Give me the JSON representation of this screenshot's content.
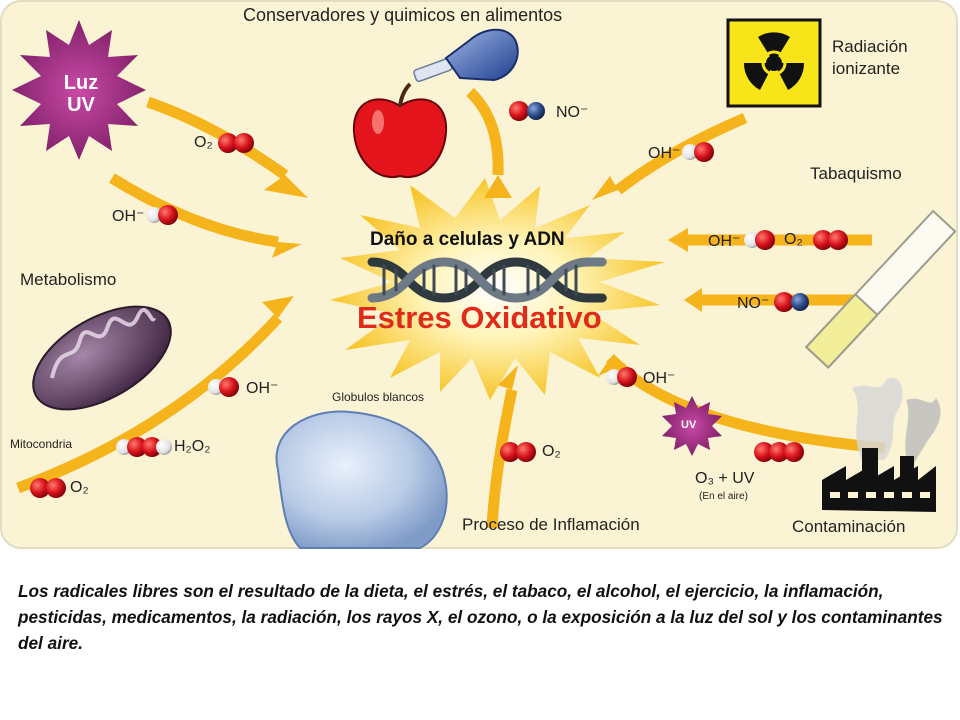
{
  "title": "Conservadores y quimicos en alimentos",
  "center": {
    "line1": "Daño a celulas y ADN",
    "line2": "Estres Oxidativo"
  },
  "sources": {
    "luz_uv": "Luz UV",
    "radiacion": "Radiación ionizante",
    "tabaquismo": "Tabaquismo",
    "metabolismo": "Metabolismo",
    "mitocondria": "Mitocondria",
    "globulos": "Globulos blancos",
    "inflamacion": "Proceso de Inflamación",
    "contaminacion": "Contaminación",
    "uv_star": "UV",
    "ozono": "O₃ + UV",
    "en_aire": "(En el aire)"
  },
  "molecules": {
    "o2": "O₂",
    "oh": "OH⁻",
    "no": "NO⁻",
    "h2o2": "H₂O₂"
  },
  "caption": "Los radicales libres son el resultado de la dieta, el estrés, el tabaco, el alcohol, el ejercicio, la inflamación, pesticidas, medicamentos, la radiación, los rayos X, el ozono, o la exposición a la luz del sol y los contaminantes del aire.",
  "colors": {
    "panel": "#fbf4d4",
    "arrow": "#f5b41c",
    "burst": "#f7c52a",
    "red_atom": "#d8141c",
    "blue_atom": "#2f4f8f"
  }
}
